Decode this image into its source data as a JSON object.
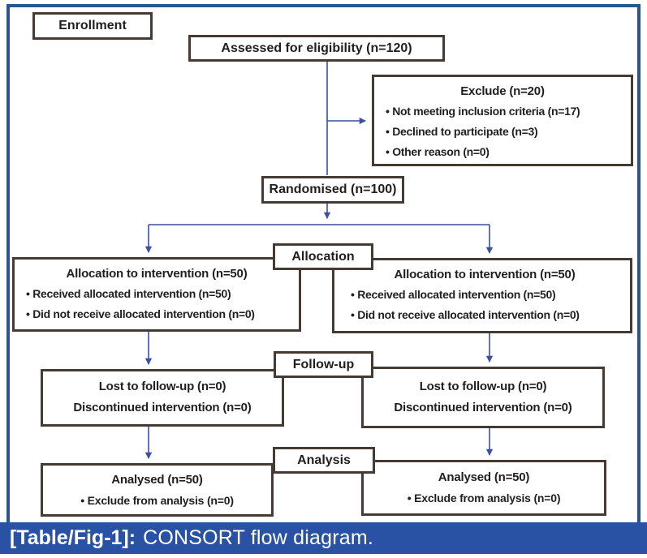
{
  "colors": {
    "frame_blue": "#2B5591",
    "caption_bar_blue": "#2A52A4",
    "connector_blue": "#3C4FA5",
    "box_border_brown": "#453B33",
    "text_ink": "#221E1F"
  },
  "diagram": {
    "enrollment_label": "Enrollment",
    "assessed_box": "Assessed for eligibility (n=120)",
    "exclude_box": {
      "title": "Exclude (n=20)",
      "items": [
        "• Not meeting inclusion criteria (n=17)",
        "• Declined to participate (n=3)",
        "• Other reason (n=0)"
      ]
    },
    "randomised_box": "Randomised (n=100)",
    "allocation_label": "Allocation",
    "allocation_left": {
      "title": "Allocation to intervention (n=50)",
      "items": [
        "• Received allocated intervention (n=50)",
        "• Did not receive allocated intervention (n=0)"
      ]
    },
    "allocation_right": {
      "title": "Allocation to intervention (n=50)",
      "items": [
        "• Received allocated intervention (n=50)",
        "• Did not receive allocated intervention (n=0)"
      ]
    },
    "followup_label": "Follow-up",
    "followup_left": {
      "lines": [
        "Lost to follow-up (n=0)",
        "Discontinued intervention (n=0)"
      ]
    },
    "followup_right": {
      "lines": [
        "Lost to follow-up (n=0)",
        "Discontinued intervention (n=0)"
      ]
    },
    "analysis_label": "Analysis",
    "analysis_left": {
      "title": "Analysed (n=50)",
      "items": [
        "• Exclude from analysis (n=0)"
      ]
    },
    "analysis_right": {
      "title": "Analysed (n=50)",
      "items": [
        "• Exclude from analysis (n=0)"
      ]
    }
  },
  "caption": {
    "prefix": "[Table/Fig-1]:",
    "text": "CONSORT flow diagram."
  }
}
